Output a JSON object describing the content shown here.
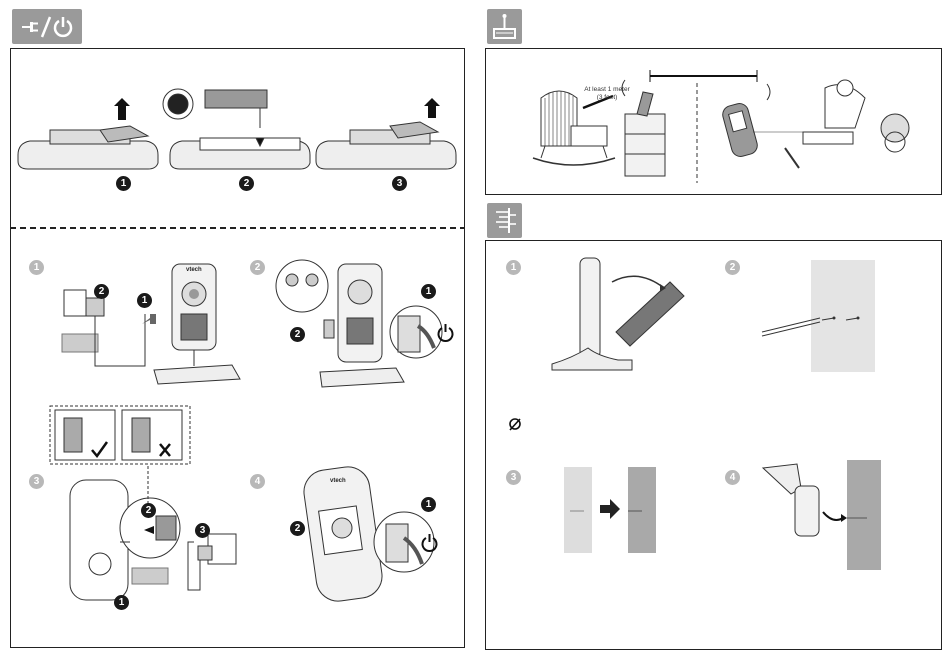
{
  "numbers": {
    "one": "1",
    "two": "2",
    "three": "3",
    "four": "4"
  },
  "distance": {
    "line1": "At least 1 meter",
    "line2": "(3 feet)"
  },
  "brand": "vtech",
  "icons": {
    "power_tab": "plug-power-icon",
    "placement_tab": "antenna-placement-icon",
    "wall_mount_tab": "wall-mount-icon",
    "note": "note-icon"
  },
  "colors": {
    "tab": "#9a9a9a",
    "number_dark": "#1a1a1a",
    "number_gray": "#b8b8b8"
  }
}
